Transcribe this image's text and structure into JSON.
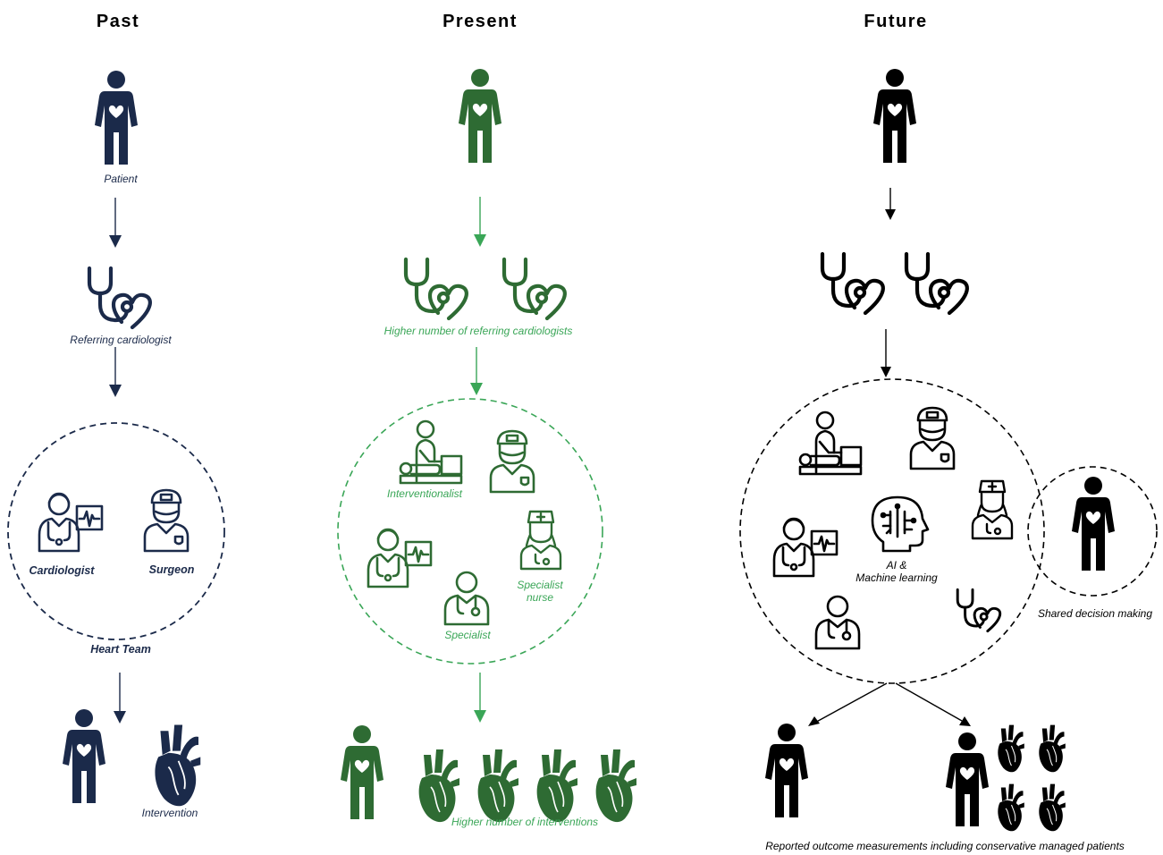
{
  "colors": {
    "past": "#1b2a4a",
    "present": "#2e6b33",
    "present_light": "#3aa657",
    "future": "#000000"
  },
  "columns": {
    "past": {
      "title": "Past",
      "patient_label": "Patient",
      "referrer_label": "Referring cardiologist",
      "team_members": [
        "Cardiologist",
        "Surgeon"
      ],
      "team_label": "Heart Team",
      "outcome_label": "Intervention"
    },
    "present": {
      "title": "Present",
      "referrer_label": "Higher number of referring cardiologists",
      "team_members": [
        "Interventionalist",
        "Specialist",
        "Specialist",
        "nurse"
      ],
      "outcome_label": "Higher number of interventions"
    },
    "future": {
      "title": "Future",
      "ai_label": "AI &",
      "ai_label_2": "Machine learning",
      "shared_label": "Shared decision making",
      "outcome_label": "Reported outcome measurements including conservative managed patients"
    }
  },
  "icons": [
    "patient-icon",
    "stethoscope-heart-icon",
    "cardiologist-icon",
    "surgeon-icon",
    "interventionalist-icon",
    "specialist-icon",
    "nurse-icon",
    "heart-icon",
    "ai-head-icon"
  ]
}
